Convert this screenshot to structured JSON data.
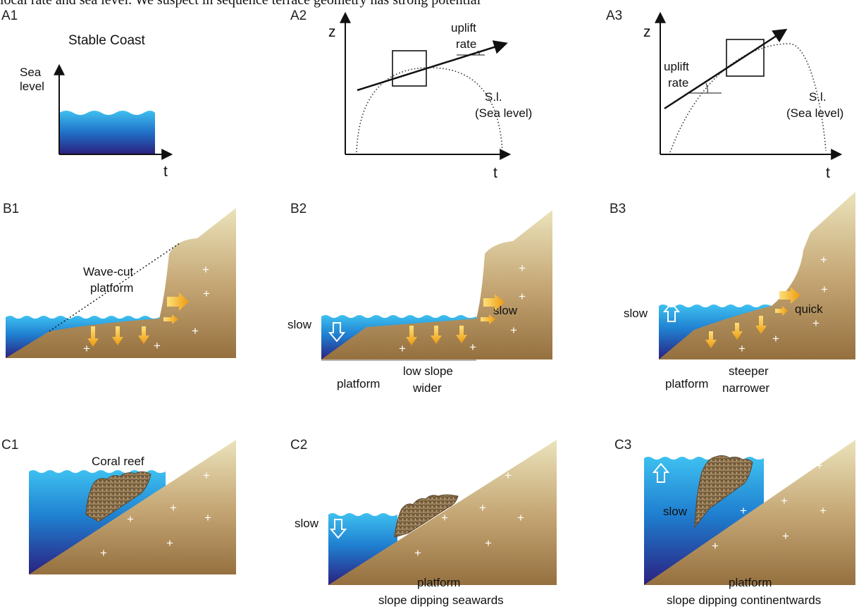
{
  "caption_fragment": "local rate and sea level. We suspect in sequence terrace geometry has strong potential",
  "panels": {
    "A1": {
      "id": "A1",
      "title": "Stable Coast",
      "y_axis_line1": "Sea",
      "y_axis_line2": "level",
      "x_axis": "t"
    },
    "A2": {
      "id": "A2",
      "y_axis": "z",
      "x_axis": "t",
      "uplift_line1": "uplift",
      "uplift_line2": "rate",
      "sl_line1": "S.l.",
      "sl_line2": "(Sea level)"
    },
    "A3": {
      "id": "A3",
      "y_axis": "z",
      "x_axis": "t",
      "uplift_line1": "uplift",
      "uplift_line2": "rate",
      "sl_line1": "S.l.",
      "sl_line2": "(Sea level)"
    },
    "B1": {
      "id": "B1",
      "platform_line1": "Wave-cut",
      "platform_line2": "platform"
    },
    "B2": {
      "id": "B2",
      "sea_level_rate": "slow",
      "uplift_rate": "slow",
      "platform_label": "platform",
      "slope_line1": "low slope",
      "slope_line2": "wider"
    },
    "B3": {
      "id": "B3",
      "sea_level_rate": "slow",
      "uplift_rate": "quick",
      "platform_label": "platform",
      "slope_line1": "steeper",
      "slope_line2": "narrower"
    },
    "C1": {
      "id": "C1",
      "reef_label": "Coral reef"
    },
    "C2": {
      "id": "C2",
      "sea_level_rate": "slow",
      "platform_line1": "platform",
      "platform_line2": "slope dipping seawards"
    },
    "C3": {
      "id": "C3",
      "sea_level_rate": "slow",
      "platform_line1": "platform",
      "platform_line2": "slope dipping continentwards"
    }
  },
  "colors": {
    "sea_top": "#36b8ec",
    "sea_bottom": "#2b2482",
    "land_light": "#e7ddb0",
    "land_dark": "#9a7344",
    "arrow_yellow": "#f5b31a",
    "arrow_orange": "#e89410"
  }
}
